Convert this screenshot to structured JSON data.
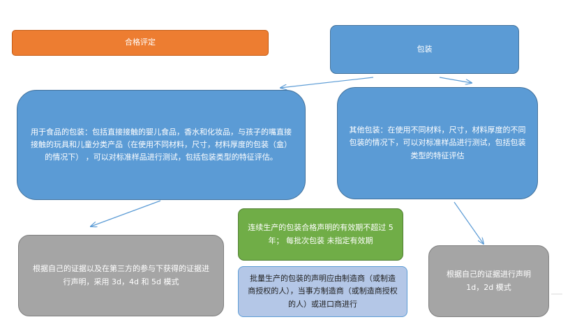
{
  "colors": {
    "orange": "#ED7D31",
    "blue": "#5B9BD5",
    "gray": "#A5A5A5",
    "green": "#70AD47",
    "light_blue": "#B4C7E7",
    "arrow": "#5B9BD5"
  },
  "nodes": {
    "title": {
      "text": "合格评定"
    },
    "packaging": {
      "text": "包装"
    },
    "food_packaging": {
      "text": "用于食品的包装：包括直接接触的婴儿食品，香水和化妆品，与孩子的嘴直接接触的玩具和儿童分类产品（在使用不同材料，尺寸，材料厚度的包装（盒）的情况下） ，可以对标准样品进行测试，包括包装类型的特征评估。"
    },
    "other_packaging": {
      "text": "其他包装：在使用不同材料，尺寸，材料厚度的不同包装的情况下，可以对标准样品进行测试，包括包装类型的特征评估"
    },
    "validity": {
      "text": "连续生产的包装合格声明的有效期不超过 5 年； 每批次包装 未指定有效期"
    },
    "batch_declaration": {
      "text": "批量生产的包装的声明应由制造商（或制造商授权的人），当事方制造商（或制造商授权的人）或进口商进行"
    },
    "left_result": {
      "text": "根据自己的证据以及在第三方的参与下获得的证据进行声明，采用 3d，4d 和 5d 模式"
    },
    "right_result": {
      "text": "根据自己的证据进行声明 1d，2d 模式"
    }
  }
}
